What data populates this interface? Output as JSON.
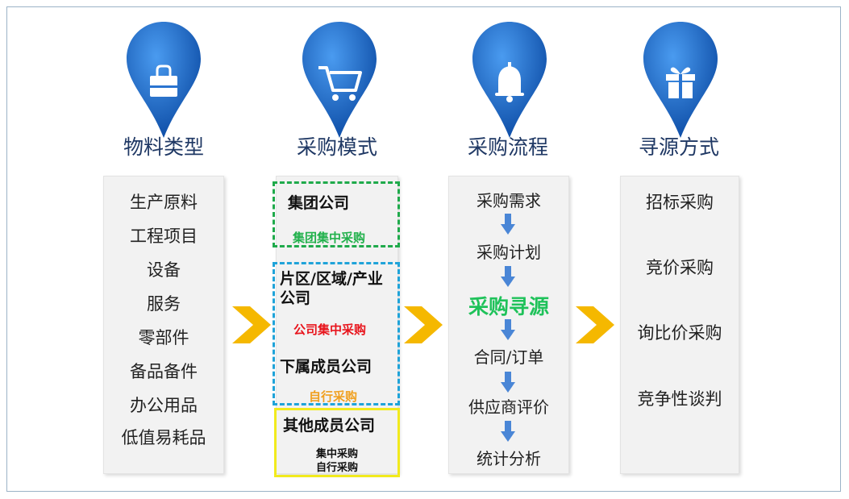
{
  "columns": [
    {
      "heading": "物料类型",
      "icon": "shopping-bag-icon"
    },
    {
      "heading": "采购模式",
      "icon": "shopping-cart-icon"
    },
    {
      "heading": "采购流程",
      "icon": "bell-icon"
    },
    {
      "heading": "寻源方式",
      "icon": "gift-icon"
    }
  ],
  "material_types": [
    "生产原料",
    "工程项目",
    "设备",
    "服务",
    "零部件",
    "备品备件",
    "办公用品",
    "低值易耗品"
  ],
  "procurement_modes": {
    "group": {
      "title": "集团公司",
      "mode": "集团集中采购"
    },
    "regional": {
      "title": "片区/区域/产业公司",
      "mode": "公司集中采购",
      "sub_title": "下属成员公司",
      "sub_mode": "自行采购"
    },
    "other": {
      "title": "其他成员公司",
      "mode_1": "集中采购",
      "mode_2": "自行采购"
    }
  },
  "process_steps": [
    "采购需求",
    "采购计划",
    "采购寻源",
    "合同/订单",
    "供应商评价",
    "统计分析"
  ],
  "sourcing_methods": [
    "招标采购",
    "竞价采购",
    "询比价采购",
    "竞争性谈判"
  ],
  "colors": {
    "pin_blue": "#1e6fd0",
    "chevron": "#f5b800",
    "green_text": "#22b14c",
    "red_text": "#e8141c",
    "orange_text": "#f0a020",
    "highlight_green": "#1fc25a"
  }
}
